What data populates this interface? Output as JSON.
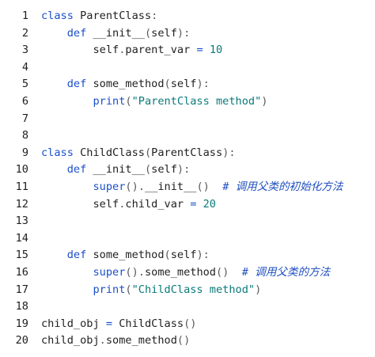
{
  "colors": {
    "background": "#ffffff",
    "text": "#1f1f1f",
    "keyword": "#1a4fc9",
    "string": "#0a7a7a",
    "comment": "#1f4fbf"
  },
  "lines": [
    {
      "n": "1",
      "tokens": [
        {
          "t": "class",
          "c": "kw"
        },
        {
          "t": " ParentClass"
        },
        {
          "t": ":",
          "c": "pn"
        }
      ]
    },
    {
      "n": "2",
      "tokens": [
        {
          "t": "    "
        },
        {
          "t": "def",
          "c": "kw"
        },
        {
          "t": " __init__"
        },
        {
          "t": "(",
          "c": "pn"
        },
        {
          "t": "self"
        },
        {
          "t": "):",
          "c": "pn"
        }
      ]
    },
    {
      "n": "3",
      "tokens": [
        {
          "t": "        self"
        },
        {
          "t": ".",
          "c": "pn"
        },
        {
          "t": "parent_var "
        },
        {
          "t": "=",
          "c": "op"
        },
        {
          "t": " "
        },
        {
          "t": "10",
          "c": "num"
        }
      ]
    },
    {
      "n": "4",
      "tokens": []
    },
    {
      "n": "5",
      "tokens": [
        {
          "t": "    "
        },
        {
          "t": "def",
          "c": "kw"
        },
        {
          "t": " some_method"
        },
        {
          "t": "(",
          "c": "pn"
        },
        {
          "t": "self"
        },
        {
          "t": "):",
          "c": "pn"
        }
      ]
    },
    {
      "n": "6",
      "tokens": [
        {
          "t": "        "
        },
        {
          "t": "print",
          "c": "kw"
        },
        {
          "t": "(",
          "c": "pn"
        },
        {
          "t": "\"ParentClass method\"",
          "c": "str"
        },
        {
          "t": ")",
          "c": "pn"
        }
      ]
    },
    {
      "n": "7",
      "tokens": []
    },
    {
      "n": "8",
      "tokens": []
    },
    {
      "n": "9",
      "tokens": [
        {
          "t": "class",
          "c": "kw"
        },
        {
          "t": " ChildClass"
        },
        {
          "t": "(",
          "c": "pn"
        },
        {
          "t": "ParentClass"
        },
        {
          "t": "):",
          "c": "pn"
        }
      ]
    },
    {
      "n": "10",
      "tokens": [
        {
          "t": "    "
        },
        {
          "t": "def",
          "c": "kw"
        },
        {
          "t": " __init__"
        },
        {
          "t": "(",
          "c": "pn"
        },
        {
          "t": "self"
        },
        {
          "t": "):",
          "c": "pn"
        }
      ]
    },
    {
      "n": "11",
      "tokens": [
        {
          "t": "        "
        },
        {
          "t": "super",
          "c": "kw"
        },
        {
          "t": "().",
          "c": "pn"
        },
        {
          "t": "__init__"
        },
        {
          "t": "()",
          "c": "pn"
        },
        {
          "t": "  "
        },
        {
          "t": "# 调用父类的初始化方法",
          "c": "cmt"
        }
      ]
    },
    {
      "n": "12",
      "tokens": [
        {
          "t": "        self"
        },
        {
          "t": ".",
          "c": "pn"
        },
        {
          "t": "child_var "
        },
        {
          "t": "=",
          "c": "op"
        },
        {
          "t": " "
        },
        {
          "t": "20",
          "c": "num"
        }
      ]
    },
    {
      "n": "13",
      "tokens": []
    },
    {
      "n": "14",
      "tokens": []
    },
    {
      "n": "15",
      "tokens": [
        {
          "t": "    "
        },
        {
          "t": "def",
          "c": "kw"
        },
        {
          "t": " some_method"
        },
        {
          "t": "(",
          "c": "pn"
        },
        {
          "t": "self"
        },
        {
          "t": "):",
          "c": "pn"
        }
      ]
    },
    {
      "n": "16",
      "tokens": [
        {
          "t": "        "
        },
        {
          "t": "super",
          "c": "kw"
        },
        {
          "t": "().",
          "c": "pn"
        },
        {
          "t": "some_method"
        },
        {
          "t": "()",
          "c": "pn"
        },
        {
          "t": "  "
        },
        {
          "t": "# 调用父类的方法",
          "c": "cmt"
        }
      ]
    },
    {
      "n": "17",
      "tokens": [
        {
          "t": "        "
        },
        {
          "t": "print",
          "c": "kw"
        },
        {
          "t": "(",
          "c": "pn"
        },
        {
          "t": "\"ChildClass method\"",
          "c": "str"
        },
        {
          "t": ")",
          "c": "pn"
        }
      ]
    },
    {
      "n": "18",
      "tokens": []
    },
    {
      "n": "19",
      "tokens": [
        {
          "t": "child_obj "
        },
        {
          "t": "=",
          "c": "op"
        },
        {
          "t": " ChildClass"
        },
        {
          "t": "()",
          "c": "pn"
        }
      ]
    },
    {
      "n": "20",
      "tokens": [
        {
          "t": "child_obj"
        },
        {
          "t": ".",
          "c": "pn"
        },
        {
          "t": "some_method"
        },
        {
          "t": "()",
          "c": "pn"
        }
      ]
    }
  ]
}
